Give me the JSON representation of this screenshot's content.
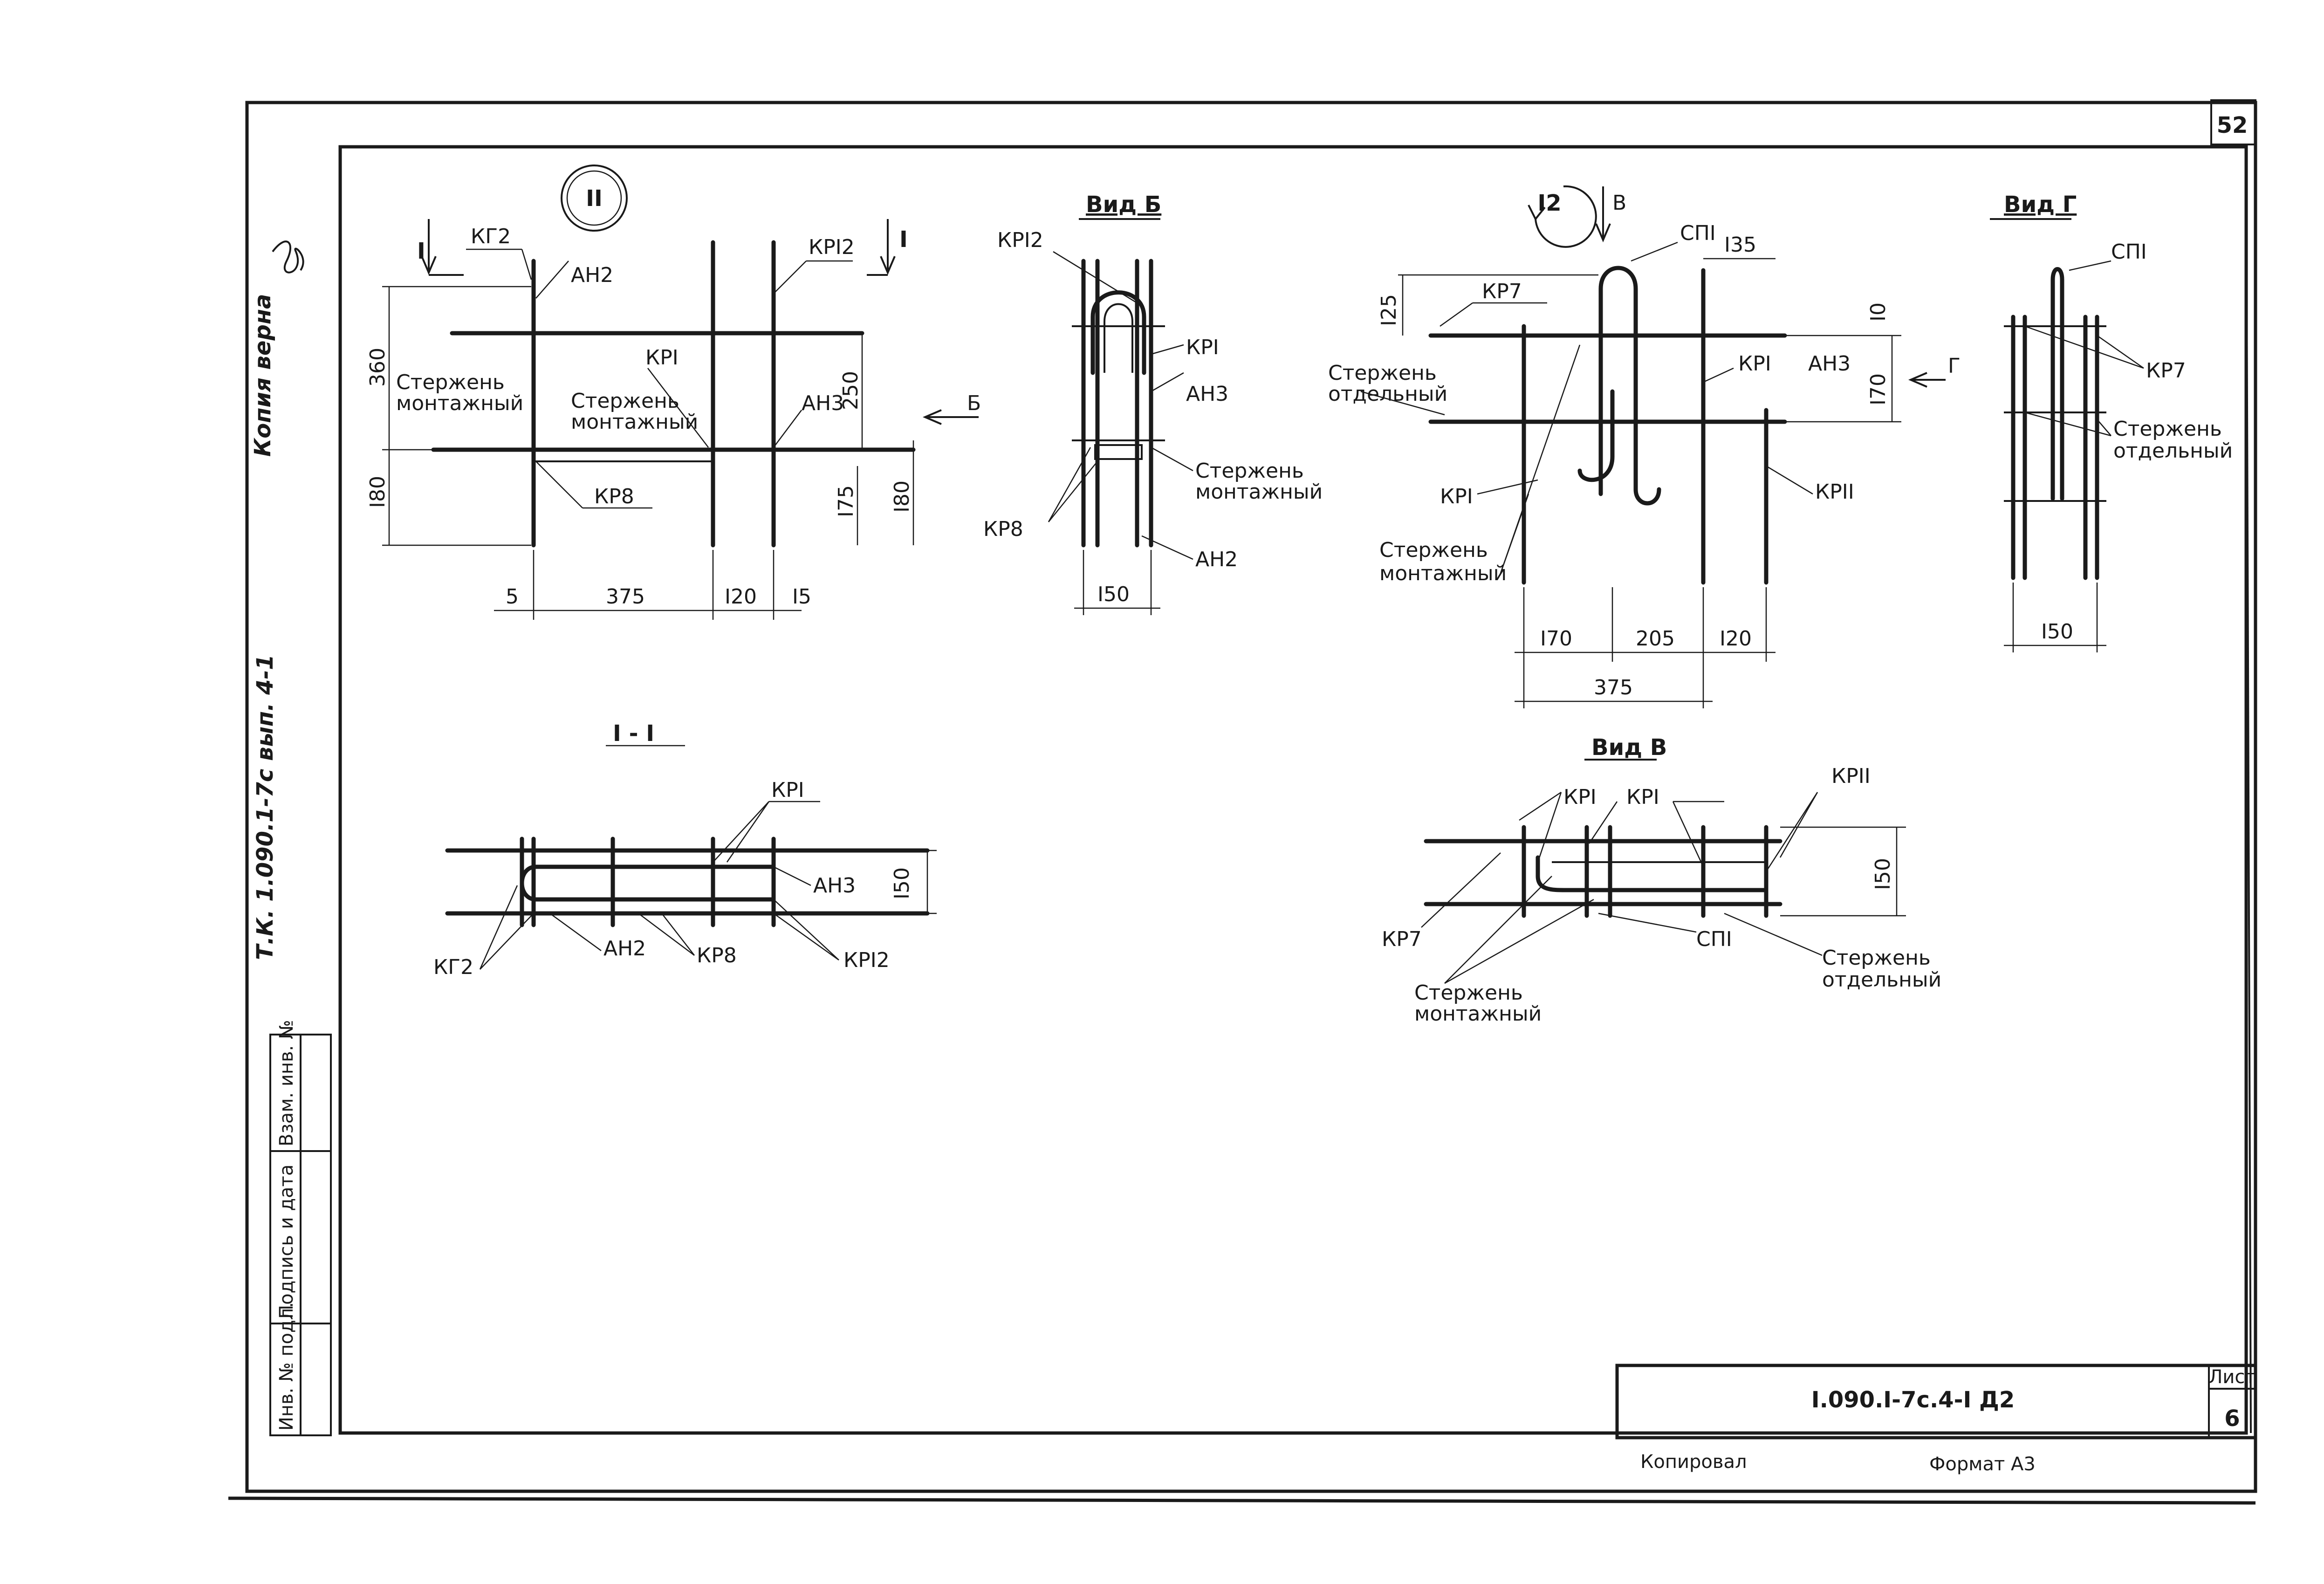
{
  "sheet": {
    "page_number": "52",
    "doc_code": "I.090.I-7c.4-I Д2",
    "list_label": "Лист",
    "list_number": "6",
    "copied_label": "Копировал",
    "format_label": "Формат А3"
  },
  "margin": {
    "copy_verified": "Копия верна",
    "series_code": "Т.К. 1.090.1-7с вып. 4-1",
    "stamp_col1": "Инв. № подл.",
    "stamp_col2": "Подпись и дата",
    "stamp_col3": "Взам. инв. №"
  },
  "node11": {
    "number": "II",
    "section_mark_left": "I",
    "section_mark_right": "I",
    "labels": {
      "kg2": "КГ2",
      "an2": "АН2",
      "kr12": "КРI2",
      "kr1": "КРI",
      "an3": "АН3",
      "kr8": "КР8",
      "rod_mount_a": "Стержень",
      "rod_mount_b": "монтажный"
    },
    "dims": {
      "d360": "360",
      "d180": "I80",
      "d250": "250",
      "d175": "I75",
      "d180r": "I80",
      "d5": "5",
      "d375": "375",
      "d120": "I20",
      "d15": "I5"
    },
    "view_arrow": "Б"
  },
  "view_b_top": {
    "title": "Вид Б",
    "labels": {
      "kr12": "КРI2",
      "kr1": "КРI",
      "an3": "АН3",
      "rod_a": "Стержень",
      "rod_b": "монтажный",
      "kr8": "КР8",
      "an2": "АН2"
    },
    "dim": "I50"
  },
  "node12": {
    "number": "I2",
    "view_arrow_top": "В",
    "view_arrow_right": "Г",
    "labels": {
      "sp1": "СПI",
      "kr7": "КР7",
      "kr1_right": "КРI",
      "an3": "АН3",
      "rod_sep_a": "Стержень",
      "rod_sep_b": "отдельный",
      "kr1_left": "КРI",
      "kr11": "КРII",
      "rod_mount_a": "Стержень",
      "rod_mount_b": "монтажный"
    },
    "dims": {
      "d125": "I25",
      "d135": "I35",
      "d10": "I0",
      "d170v": "I70",
      "d170": "I70",
      "d205": "205",
      "d120": "I20",
      "d375": "375"
    }
  },
  "view_g": {
    "title": "Вид Г",
    "labels": {
      "sp1": "СПI",
      "kr7": "КР7",
      "rod_sep_a": "Стержень",
      "rod_sep_b": "отдельный"
    },
    "dim": "I50"
  },
  "section_11": {
    "title": "I - I",
    "labels": {
      "kr1": "КРI",
      "an3": "АН3",
      "kg2": "КГ2",
      "an2": "АН2",
      "kr8": "КР8",
      "kr12": "КРI2"
    },
    "dim": "I50"
  },
  "view_v_bottom": {
    "title": "Вид В",
    "labels": {
      "kr1a": "КРI",
      "kr1b": "КРI",
      "kr11": "КРII",
      "kr7": "КР7",
      "sp1": "СПI",
      "rod_mount_a": "Стержень",
      "rod_mount_b": "монтажный",
      "rod_sep_a": "Стержень",
      "rod_sep_b": "отдельный"
    },
    "dim": "I50"
  }
}
